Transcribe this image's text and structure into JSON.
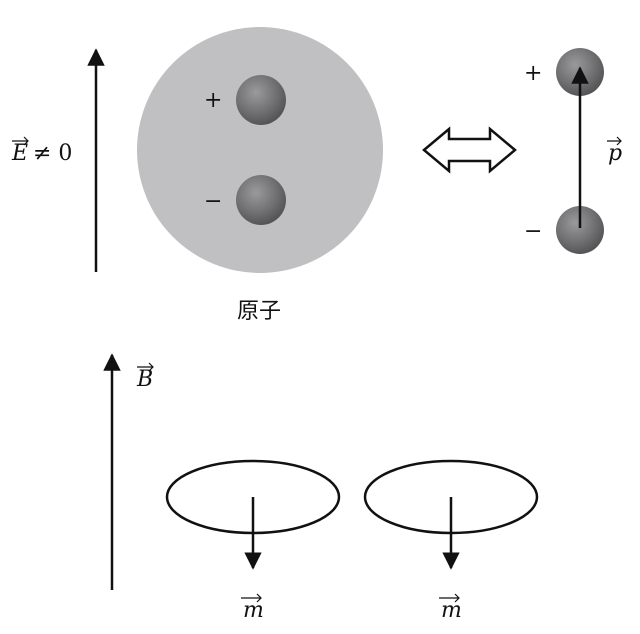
{
  "top": {
    "field_label": "E ≠ 0",
    "field_vector_symbol": "E",
    "atom_label": "原子",
    "plus_sign": "+",
    "minus_sign": "−",
    "dipole_symbol": "p",
    "dipole_plus": "+",
    "dipole_minus": "−"
  },
  "bottom": {
    "field_vector_symbol": "B",
    "moment_1_symbol": "m",
    "moment_2_symbol": "m"
  },
  "colors": {
    "atom_fill": "#c0c0c2",
    "charge_fill": "#6e6e70",
    "line": "#111111"
  }
}
